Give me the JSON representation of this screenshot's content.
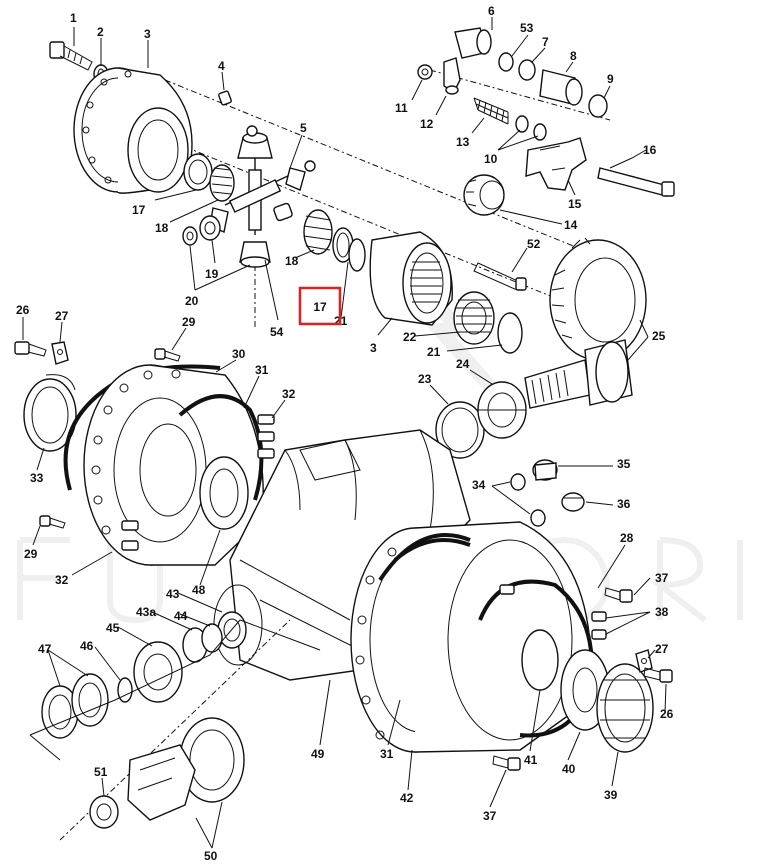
{
  "diagram": {
    "highlight_label": "17",
    "highlight_color": "#e02020",
    "callouts": [
      {
        "id": "c1",
        "text": "1"
      },
      {
        "id": "c2",
        "text": "2"
      },
      {
        "id": "c3a",
        "text": "3"
      },
      {
        "id": "c4",
        "text": "4"
      },
      {
        "id": "c5",
        "text": "5"
      },
      {
        "id": "c6",
        "text": "6"
      },
      {
        "id": "c53",
        "text": "53"
      },
      {
        "id": "c7",
        "text": "7"
      },
      {
        "id": "c8",
        "text": "8"
      },
      {
        "id": "c9",
        "text": "9"
      },
      {
        "id": "c11",
        "text": "11"
      },
      {
        "id": "c12",
        "text": "12"
      },
      {
        "id": "c13",
        "text": "13"
      },
      {
        "id": "c10",
        "text": "10"
      },
      {
        "id": "c16",
        "text": "16"
      },
      {
        "id": "c15",
        "text": "15"
      },
      {
        "id": "c14",
        "text": "14"
      },
      {
        "id": "c17a",
        "text": "17"
      },
      {
        "id": "c18a",
        "text": "18"
      },
      {
        "id": "c19",
        "text": "19"
      },
      {
        "id": "c20",
        "text": "20"
      },
      {
        "id": "c54",
        "text": "54"
      },
      {
        "id": "c18b",
        "text": "18"
      },
      {
        "id": "c21a",
        "text": "21"
      },
      {
        "id": "c3b",
        "text": "3"
      },
      {
        "id": "c22",
        "text": "22"
      },
      {
        "id": "c21b",
        "text": "21"
      },
      {
        "id": "c52",
        "text": "52"
      },
      {
        "id": "c25",
        "text": "25"
      },
      {
        "id": "c26a",
        "text": "26"
      },
      {
        "id": "c27a",
        "text": "27"
      },
      {
        "id": "c29a",
        "text": "29"
      },
      {
        "id": "c30",
        "text": "30"
      },
      {
        "id": "c31a",
        "text": "31"
      },
      {
        "id": "c32a",
        "text": "32"
      },
      {
        "id": "c33",
        "text": "33"
      },
      {
        "id": "c23",
        "text": "23"
      },
      {
        "id": "c24",
        "text": "24"
      },
      {
        "id": "c35",
        "text": "35"
      },
      {
        "id": "c34",
        "text": "34"
      },
      {
        "id": "c36",
        "text": "36"
      },
      {
        "id": "c29b",
        "text": "29"
      },
      {
        "id": "c32b",
        "text": "32"
      },
      {
        "id": "c28",
        "text": "28"
      },
      {
        "id": "c37a",
        "text": "37"
      },
      {
        "id": "c38",
        "text": "38"
      },
      {
        "id": "c27b",
        "text": "27"
      },
      {
        "id": "c26b",
        "text": "26"
      },
      {
        "id": "c43",
        "text": "43"
      },
      {
        "id": "c48",
        "text": "48"
      },
      {
        "id": "c43a",
        "text": "43a"
      },
      {
        "id": "c44",
        "text": "44"
      },
      {
        "id": "c45",
        "text": "45"
      },
      {
        "id": "c46",
        "text": "46"
      },
      {
        "id": "c47",
        "text": "47"
      },
      {
        "id": "c49",
        "text": "49"
      },
      {
        "id": "c31b",
        "text": "31"
      },
      {
        "id": "c42",
        "text": "42"
      },
      {
        "id": "c41",
        "text": "41"
      },
      {
        "id": "c40",
        "text": "40"
      },
      {
        "id": "c39",
        "text": "39"
      },
      {
        "id": "c37b",
        "text": "37"
      },
      {
        "id": "c51",
        "text": "51"
      },
      {
        "id": "c50",
        "text": "50"
      }
    ]
  }
}
